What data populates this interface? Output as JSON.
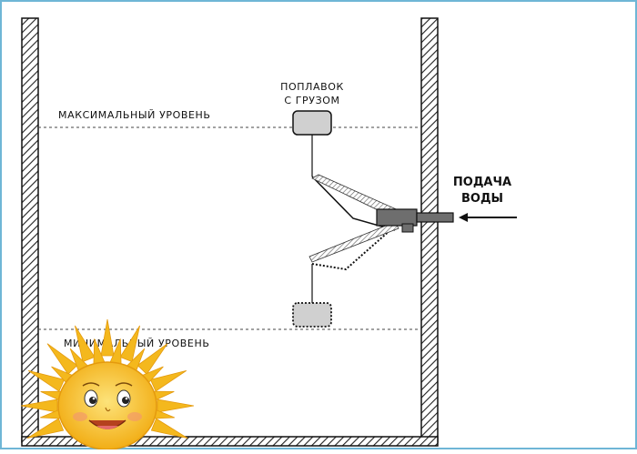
{
  "labels": {
    "max_level": "МАКСИМАЛЬНЫЙ  УРОВЕНЬ",
    "min_level": "МИНИМАЛЬНЫЙ  УРОВЕНЬ",
    "float_line1": "ПОПЛАВОК",
    "float_line2": "С ГРУЗОМ",
    "water_line1": "ПОДАЧА",
    "water_line2": "ВОДЫ"
  },
  "colors": {
    "frame": "#6fb6d6",
    "wall_fill": "#ffffff",
    "wall_hatch": "#222222",
    "float_fill": "#d0d0d0",
    "valve_fill": "#6e6e6e",
    "sun_ray": "#f4b81d",
    "sun_face": "#f8c93a"
  }
}
